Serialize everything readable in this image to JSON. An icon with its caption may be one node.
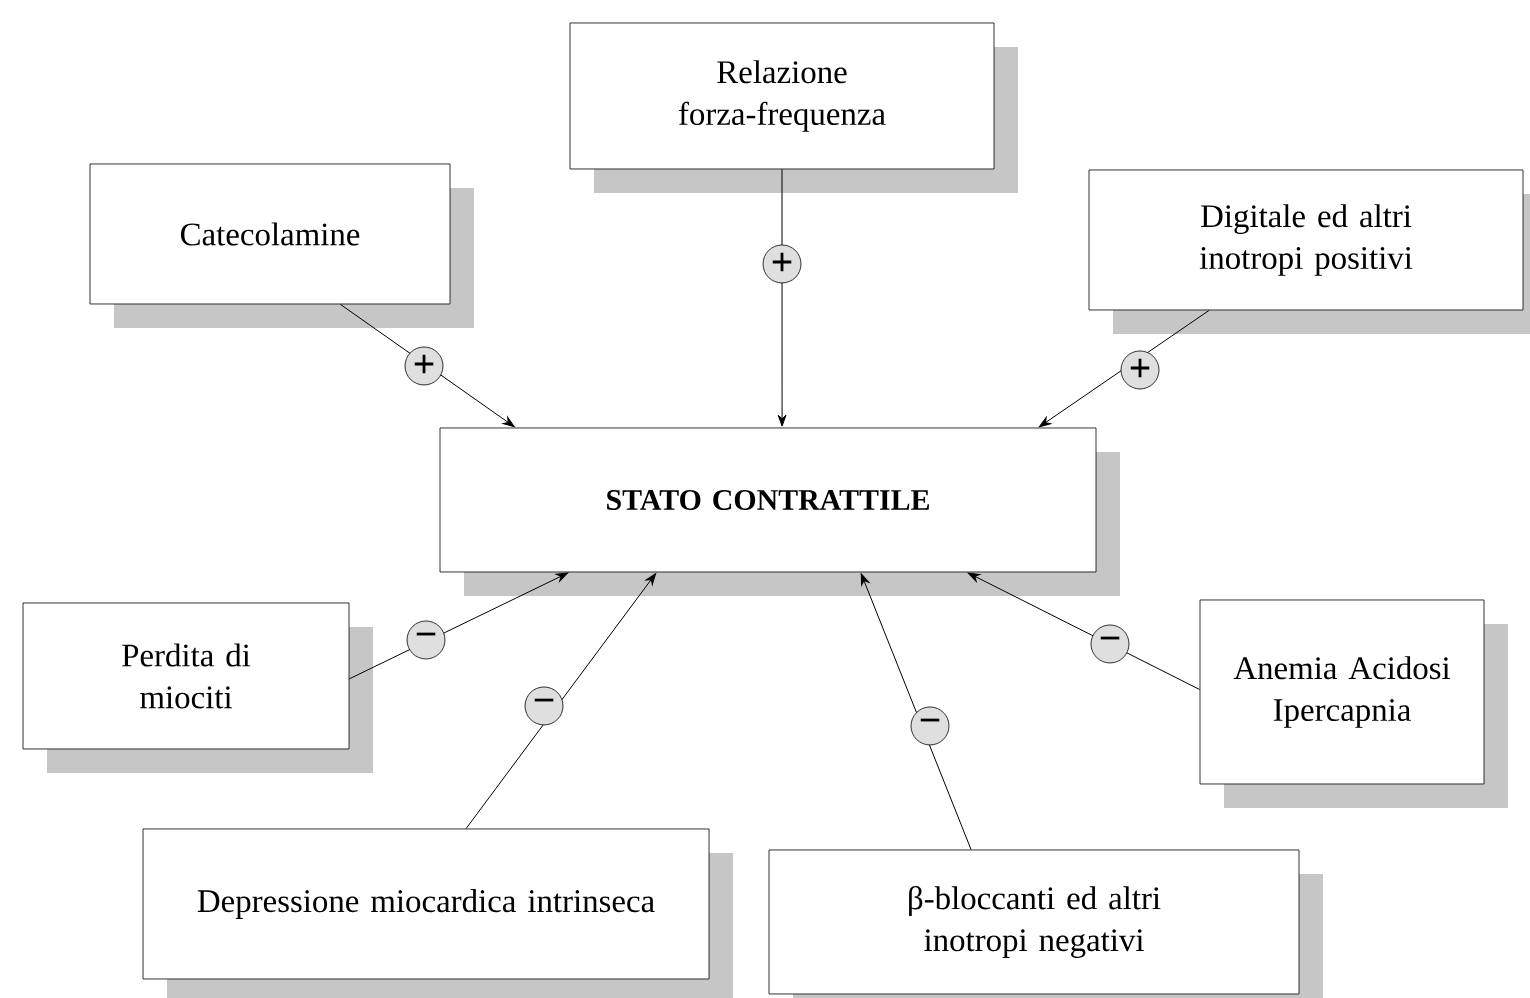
{
  "diagram": {
    "nodes": [
      {
        "text": [
          "Relazione forza-frequenza"
        ]
      },
      {
        "text": [
          "Catecolamine"
        ]
      },
      {
        "text": [
          "Digitale ed altri inotropi positivi"
        ]
      },
      {
        "text": [
          "STATO CONTRATTILE"
        ]
      },
      {
        "text": [
          "Perdita di miociti"
        ]
      },
      {
        "text": [
          "Anemia Acidosi Ipercapnia"
        ]
      },
      {
        "text": [
          "Depressione miocardica intrinseca"
        ]
      },
      {
        "text": [
          "β-bloccanti ed altri inotropi negativi"
        ]
      }
    ],
    "edges": [
      {
        "from": 1,
        "to": 3,
        "arrow": "to",
        "label": "+"
      },
      {
        "from": 0,
        "to": 3,
        "arrow": "to",
        "label": "+"
      },
      {
        "from": 2,
        "to": 3,
        "arrow": "to",
        "label": "+"
      },
      {
        "from": 4,
        "to": 3,
        "arrow": "to",
        "label": "−"
      },
      {
        "from": 6,
        "to": 3,
        "arrow": "to",
        "label": "−"
      },
      {
        "from": 7,
        "to": 3,
        "arrow": "to",
        "label": "−"
      },
      {
        "from": 5,
        "to": 3,
        "arrow": "to",
        "label": "−"
      }
    ]
  }
}
